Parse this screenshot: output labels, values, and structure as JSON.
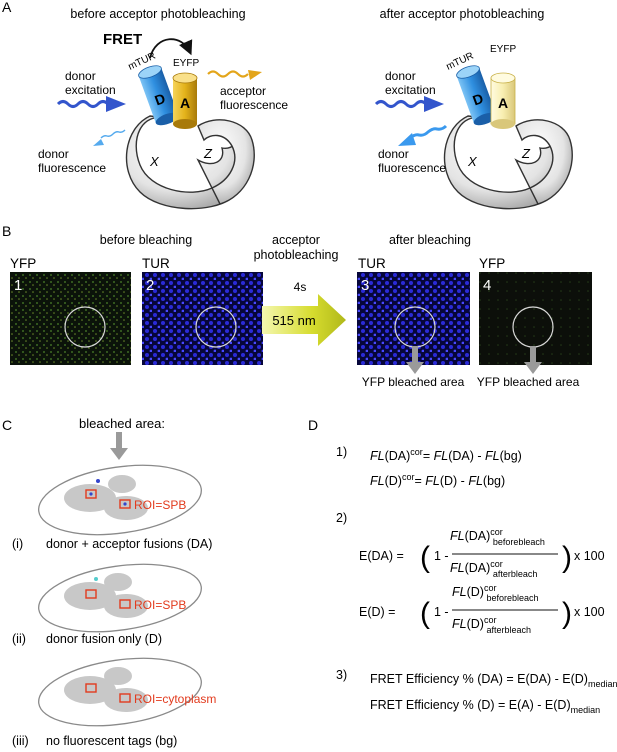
{
  "panel_a": {
    "letter": "A",
    "before_title": "before acceptor photobleaching",
    "after_title": "after acceptor photobleaching",
    "fret": "FRET",
    "eyfp": "EYFP",
    "mtur": "mTUR",
    "d": "D",
    "a": "A",
    "x": "X",
    "z": "Z",
    "donor_excitation_1": "donor",
    "donor_excitation_2": "excitation",
    "acceptor_fluorescence_1": "acceptor",
    "acceptor_fluorescence_2": "fluorescence",
    "donor_fluorescence_1": "donor",
    "donor_fluorescence_2": "fluorescence"
  },
  "panel_b": {
    "letter": "B",
    "before_bleaching": "before bleaching",
    "acceptor_photobleaching_1": "acceptor",
    "acceptor_photobleaching_2": "photobleaching",
    "after_bleaching": "after bleaching",
    "img_labels": [
      "YFP",
      "TUR",
      "TUR",
      "YFP"
    ],
    "img_numbers": [
      "1",
      "2",
      "3",
      "4"
    ],
    "arrow_time": "4s",
    "arrow_wavelength": "515 nm",
    "yfp_bleached_area": "YFP bleached area"
  },
  "panel_c": {
    "letter": "C",
    "bleached_area": "bleached area:",
    "roi_1": "ROI=SPB",
    "roi_2": "ROI=SPB",
    "roi_3": "ROI=cytoplasm",
    "case_1_num": "(i)",
    "case_1": "donor + acceptor fusions (DA)",
    "case_2_num": "(ii)",
    "case_2": "donor fusion only (D)",
    "case_3_num": "(iii)",
    "case_3": "no fluorescent tags (bg)"
  },
  "panel_d": {
    "letter": "D",
    "step1": "1)",
    "step2": "2)",
    "step3": "3)",
    "eq1_line1": [
      "FL",
      "(DA)",
      "cor",
      "= ",
      "FL",
      "(DA) - ",
      "FL",
      "(bg)"
    ],
    "eq1_line2": [
      "FL",
      "(D)",
      "cor",
      "= ",
      "FL",
      "(D) - ",
      "FL",
      "(bg)"
    ],
    "e_da": "E(DA) =",
    "e_d": "E(D)  =",
    "one_minus": "1 -",
    "fl_da_num": [
      "FL",
      "(DA)",
      "cor",
      "beforebleach"
    ],
    "fl_da_den": [
      "FL",
      "(DA)",
      "cor",
      "afterbleach"
    ],
    "fl_d_num": [
      "FL",
      "(D)",
      "cor",
      "beforebleach"
    ],
    "fl_d_den": [
      "FL",
      "(D)",
      "cor",
      "afterbleach"
    ],
    "times_100": "x 100",
    "fret_eff_da": "FRET Efficiency % (DA) = E(DA) - E(D)",
    "fret_eff_d": "FRET Efficiency % (D) = E(A) - E(D)",
    "median": "median"
  },
  "colors": {
    "donor_blue": "#2f8fe0",
    "acceptor_yellow": "#e3b21a",
    "acceptor_bleached": "#f8eeb0",
    "excitation_arrow": "#3355cc",
    "roi_red": "#e23b1e",
    "micrograph_green": "#0f1a0c",
    "micrograph_blue": "#0a0a5a",
    "bleach_arrow": "#c8d42a"
  }
}
